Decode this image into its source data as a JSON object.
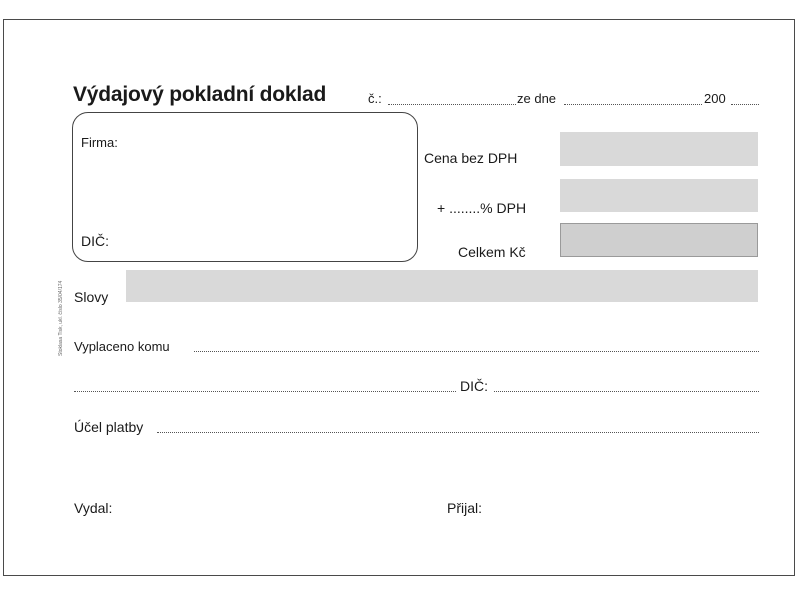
{
  "doc": {
    "title": "Výdajový pokladní doklad",
    "number_label": "č.:",
    "date_label": "ze dne",
    "year_prefix": "200",
    "firm_label": "Firma:",
    "dic_label_box": "DIČ:",
    "price_label": "Cena bez DPH",
    "vat_label": "+ ........% DPH",
    "total_label": "Celkem Kč",
    "words_label": "Slovy",
    "paid_to_label": "Vyplaceno komu",
    "dic_label_line": "DIČ:",
    "purpose_label": "Účel platby",
    "issued_label": "Vydal:",
    "received_label": "Přijal:",
    "side_code": "Stoklasa Tisk, ukl. číslo 35/04/174"
  }
}
